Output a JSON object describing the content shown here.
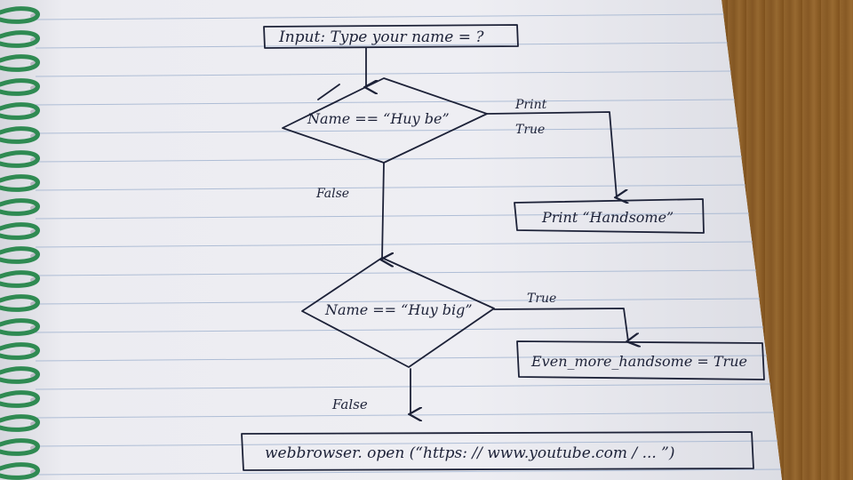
{
  "flowchart": {
    "input_label": "Input: Type your name = ?",
    "decision_1_label": "Name == “Huy be”",
    "decision_1_true_label_top": "Print",
    "decision_1_true_label": "True",
    "decision_1_false_label": "False",
    "print_box_label": "Print “Handsome”",
    "decision_2_label": "Name == “Huy big”",
    "decision_2_true_label": "True",
    "even_more_box_label": "Even_more_handsome = True",
    "decision_2_false_label": "False",
    "browser_box_label": "webbrowser. open (“https: // www.youtube.com / ... ”)"
  },
  "colors": {
    "ink": "#1d2238",
    "ruled_line": "#9fb2cf",
    "spiral": "#2f8a52",
    "paper": "#e9e9ef",
    "desk": "#8a5a26"
  }
}
